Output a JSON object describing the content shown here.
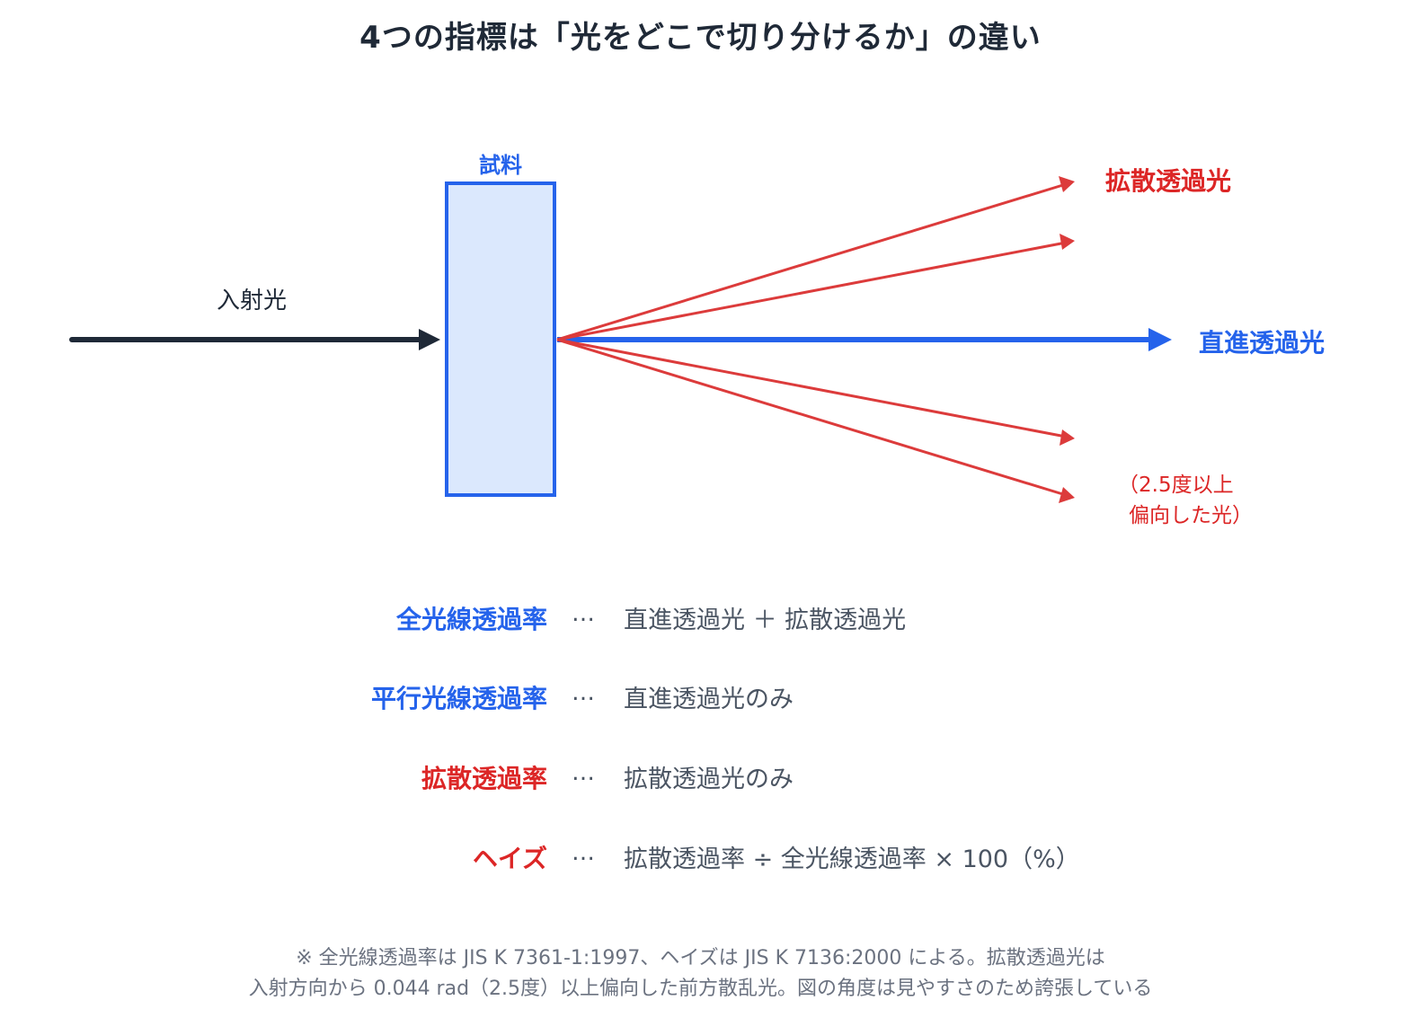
{
  "title": "4つの指標は「光をどこで切り分けるか」の違い",
  "diagram": {
    "sample_label": "試料",
    "incident_label": "入射光",
    "diffuse_label": "拡散透過光",
    "direct_label": "直進透過光",
    "angle_note_line1": "（2.5度以上",
    "angle_note_line2": "偏向した光）"
  },
  "colors": {
    "blue": "#2563eb",
    "red": "#dc2626",
    "dark": "#1f2937",
    "sample_fill": "#dbe8fd"
  },
  "definitions": [
    {
      "term": "全光線透過率",
      "separator": "…",
      "description": "直進透過光 ＋ 拡散透過光",
      "color": "blue"
    },
    {
      "term": "平行光線透過率",
      "separator": "…",
      "description": "直進透過光のみ",
      "color": "blue"
    },
    {
      "term": "拡散透過率",
      "separator": "…",
      "description": "拡散透過光のみ",
      "color": "red"
    },
    {
      "term": "ヘイズ",
      "separator": "…",
      "description": "拡散透過率 ÷ 全光線透過率 × 100（%）",
      "color": "red"
    }
  ],
  "footnote": {
    "line1": "※ 全光線透過率は JIS K 7361-1:1997、ヘイズは JIS K 7136:2000 による。拡散透過光は",
    "line2": "入射方向から 0.044 rad（2.5度）以上偏向した前方散乱光。図の角度は見やすさのため誇張している"
  }
}
